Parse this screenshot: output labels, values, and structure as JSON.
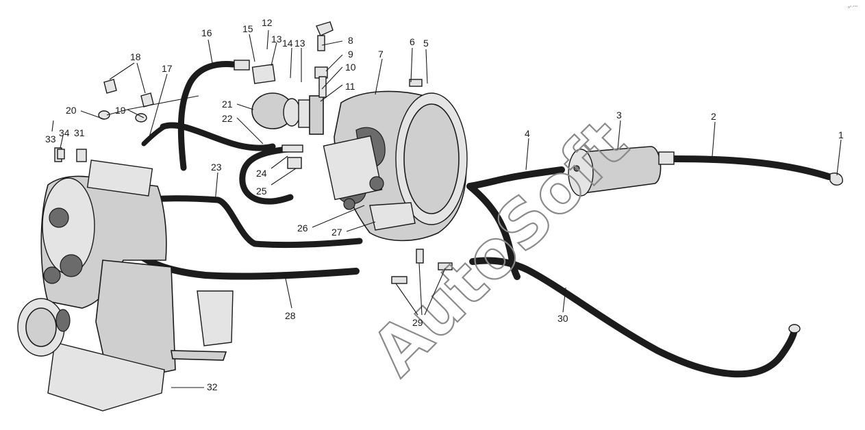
{
  "callouts": [
    {
      "id": "1",
      "text": "1"
    },
    {
      "id": "2",
      "text": "2"
    },
    {
      "id": "3",
      "text": "3"
    },
    {
      "id": "4",
      "text": "4"
    },
    {
      "id": "5",
      "text": "5"
    },
    {
      "id": "6",
      "text": "6"
    },
    {
      "id": "7",
      "text": "7"
    },
    {
      "id": "8",
      "text": "8"
    },
    {
      "id": "9",
      "text": "9"
    },
    {
      "id": "10",
      "text": "10"
    },
    {
      "id": "11",
      "text": "11"
    },
    {
      "id": "12",
      "text": "12"
    },
    {
      "id": "13a",
      "text": "13"
    },
    {
      "id": "14",
      "text": "14"
    },
    {
      "id": "13b",
      "text": "13"
    },
    {
      "id": "15",
      "text": "15"
    },
    {
      "id": "16",
      "text": "16"
    },
    {
      "id": "17",
      "text": "17"
    },
    {
      "id": "18",
      "text": "18"
    },
    {
      "id": "19",
      "text": "19"
    },
    {
      "id": "20",
      "text": "20"
    },
    {
      "id": "21",
      "text": "21"
    },
    {
      "id": "22",
      "text": "22"
    },
    {
      "id": "23",
      "text": "23"
    },
    {
      "id": "24",
      "text": "24"
    },
    {
      "id": "25",
      "text": "25"
    },
    {
      "id": "26",
      "text": "26"
    },
    {
      "id": "27",
      "text": "27"
    },
    {
      "id": "28",
      "text": "28"
    },
    {
      "id": "29",
      "text": "29"
    },
    {
      "id": "30",
      "text": "30"
    },
    {
      "id": "31",
      "text": "31"
    },
    {
      "id": "32",
      "text": "32"
    },
    {
      "id": "33",
      "text": "33"
    },
    {
      "id": "34",
      "text": "34"
    }
  ],
  "watermark": "AutoSoft",
  "corner_mark": "o°·°°°",
  "colors": {
    "ink": "#1a1a1a",
    "fill": "#cfcfcf",
    "watermark": "#8a8a8a",
    "background": "#ffffff"
  }
}
